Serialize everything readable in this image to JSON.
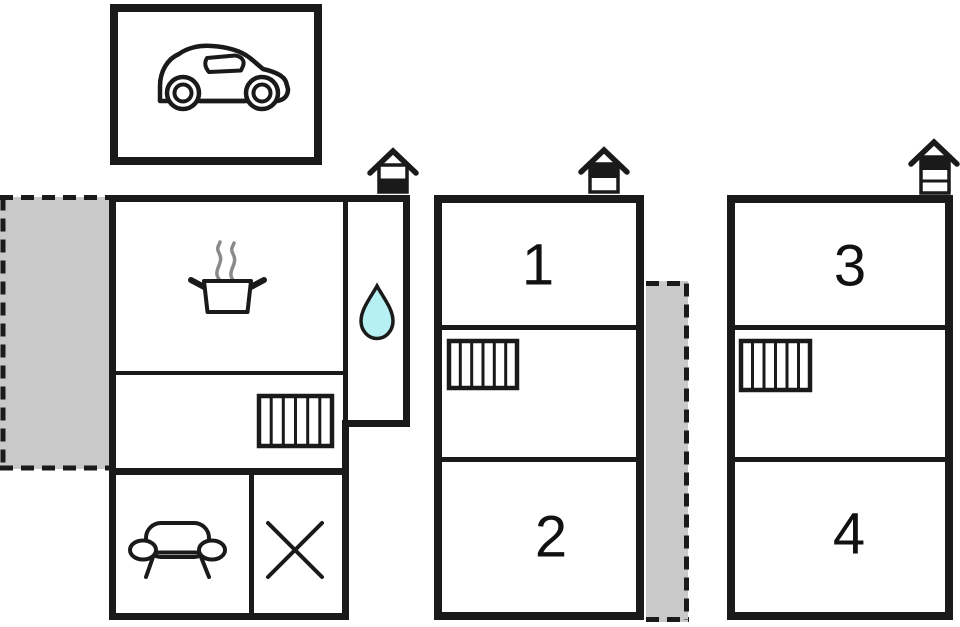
{
  "colors": {
    "background": "#ffffff",
    "wall": "#1a1a1a",
    "terrace_fill": "#c9c9c9",
    "water_drop_fill": "#b6f0f3",
    "steam_gray": "#8a8a8a"
  },
  "floorplan": {
    "garage": {
      "icon": "car-icon"
    },
    "main_house": {
      "icons": {
        "kitchen": "cooking-pot-icon",
        "kitchen_steam": "steam-icon",
        "bathroom": "water-drop-icon",
        "hall": "stairs-icon",
        "living_room": "sofa-icon",
        "storage": "cross-icon",
        "chimney": "chimney-icon"
      }
    },
    "annex_left": {
      "room_labels": [
        "1",
        "2"
      ],
      "icons": {
        "stairs": "stairs-icon",
        "chimney": "chimney-icon"
      }
    },
    "annex_right": {
      "room_labels": [
        "3",
        "4"
      ],
      "icons": {
        "stairs": "stairs-icon",
        "chimney": "chimney-icon"
      }
    }
  }
}
